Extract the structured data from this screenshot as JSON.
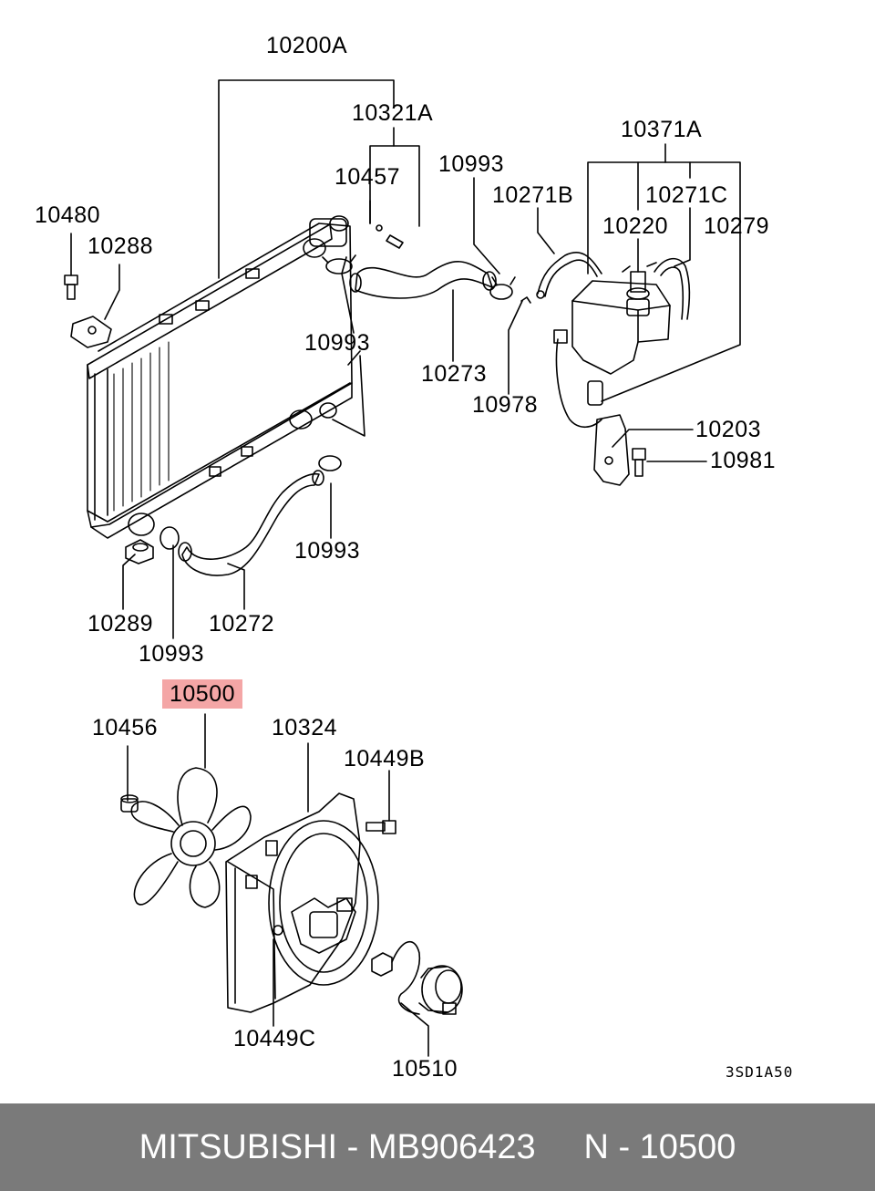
{
  "labels": {
    "p10200A": "10200A",
    "p10321A": "10321A",
    "p10457": "10457",
    "p10993_top": "10993",
    "p10271B": "10271B",
    "p10371A": "10371A",
    "p10271C": "10271C",
    "p10220": "10220",
    "p10279": "10279",
    "p10480": "10480",
    "p10288": "10288",
    "p10993_mid": "10993",
    "p10273": "10273",
    "p10978": "10978",
    "p10203": "10203",
    "p10981": "10981",
    "p10993_low": "10993",
    "p10289": "10289",
    "p10272": "10272",
    "p10993_bottom": "10993",
    "p10500": "10500",
    "p10456": "10456",
    "p10324": "10324",
    "p10449B": "10449B",
    "p10449C": "10449C",
    "p10510": "10510"
  },
  "diagram_code": "3SD1A50",
  "highlight_color": "#f4a6a6",
  "footer": {
    "text": "MITSUBISHI - MB906423     N - 10500",
    "background": "#7a7a7a"
  }
}
